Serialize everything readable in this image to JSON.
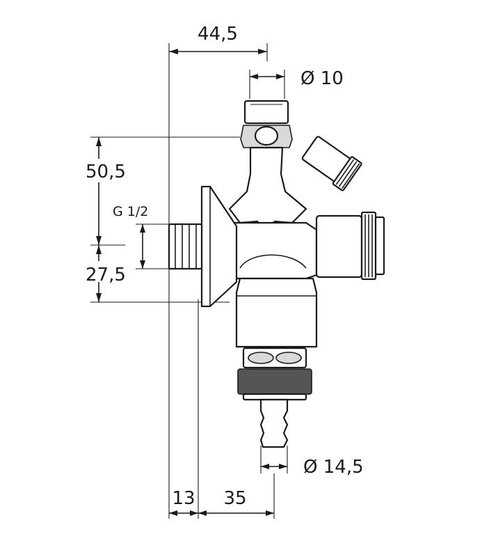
{
  "dimensions": {
    "top_width": "44,5",
    "outlet_diameter_top": "Ø 10",
    "height_upper": "50,5",
    "thread": "G 1/2",
    "height_lower": "27,5",
    "hose_diameter": "Ø 14,5",
    "wall_offset": "13",
    "outlet_offset": "35"
  }
}
